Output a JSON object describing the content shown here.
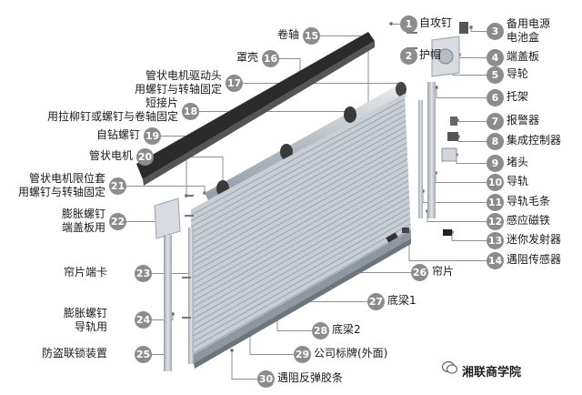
{
  "title": "",
  "colors": {
    "badge": "#8c8c8c",
    "slat": "#c7ccd4",
    "slat_line": "#9aa3ad",
    "rail": "#b9bec6",
    "hood": "#2a2a2a",
    "leader": "#8f8f8f"
  },
  "parts": [
    {
      "n": "1",
      "label": "自攻钉"
    },
    {
      "n": "2",
      "label": "护帽"
    },
    {
      "n": "3",
      "label": "备用电源\n电池盒"
    },
    {
      "n": "4",
      "label": "端盖板"
    },
    {
      "n": "5",
      "label": "导轮"
    },
    {
      "n": "6",
      "label": "托架"
    },
    {
      "n": "7",
      "label": "报警器"
    },
    {
      "n": "8",
      "label": "集成控制器"
    },
    {
      "n": "9",
      "label": "堵头"
    },
    {
      "n": "10",
      "label": "导轨"
    },
    {
      "n": "11",
      "label": "导轨毛条"
    },
    {
      "n": "12",
      "label": "感应磁铁"
    },
    {
      "n": "13",
      "label": "迷你发射器"
    },
    {
      "n": "14",
      "label": "遇阻传感器"
    },
    {
      "n": "15",
      "label": "卷轴"
    },
    {
      "n": "16",
      "label": "罩壳"
    },
    {
      "n": "17",
      "label": "管状电机驱动头\n用螺钉与转轴固定"
    },
    {
      "n": "18",
      "label": "短接片\n用拉柳钉或螺钉与卷轴固定"
    },
    {
      "n": "19",
      "label": "自钻螺钉"
    },
    {
      "n": "20",
      "label": "管状电机"
    },
    {
      "n": "21",
      "label": "管状电机限位套\n用螺钉与转轴固定"
    },
    {
      "n": "22",
      "label": "膨胀螺钉\n端盖板用"
    },
    {
      "n": "23",
      "label": "帘片端卡"
    },
    {
      "n": "24",
      "label": "膨胀螺钉\n导轨用"
    },
    {
      "n": "25",
      "label": "防盗联锁装置"
    },
    {
      "n": "26",
      "label": "帘片"
    },
    {
      "n": "27",
      "label": "底梁1"
    },
    {
      "n": "28",
      "label": "底梁2"
    },
    {
      "n": "29",
      "label": "公司标牌(外面)"
    },
    {
      "n": "30",
      "label": "遇阻反弹胶条"
    }
  ],
  "watermark": "湘联商学院"
}
